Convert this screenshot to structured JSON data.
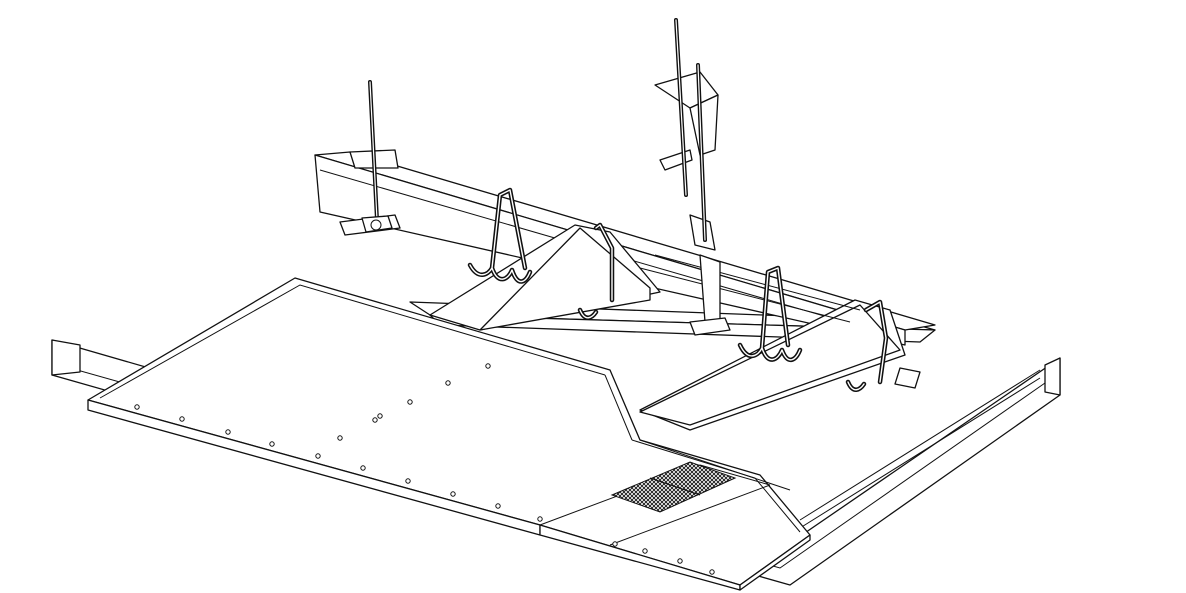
{
  "diagram": {
    "kind": "isometric line drawing",
    "parts": [
      "main-runner",
      "secondary-runner",
      "threaded-rod-left",
      "threaded-rod-right",
      "adjustable-hanger-bracket",
      "wire-clip-hangers",
      "ceiling-tray-panel",
      "perforated-vent-grille",
      "floor-channel"
    ],
    "colors": {
      "line": "#111111",
      "fill": "#ffffff"
    }
  }
}
